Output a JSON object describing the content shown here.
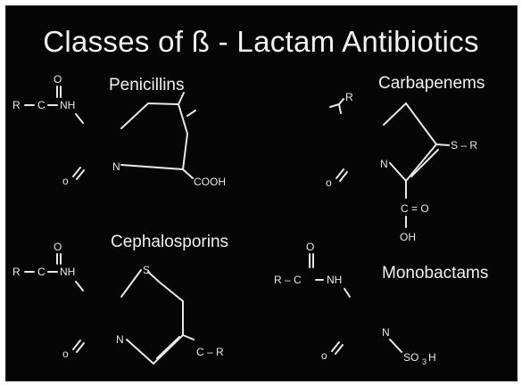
{
  "title": "Classes of ß - Lactam Antibiotics",
  "classes": {
    "penicillins": "Penicillins",
    "carbapenems": "Carbapenems",
    "cephalosporins": "Cephalosporins",
    "monobactams": "Monobactams"
  },
  "atoms": {
    "o": "O",
    "o_lower": "o",
    "r": "R",
    "c": "C",
    "nh": "NH",
    "n": "N",
    "s": "S",
    "cooh": "COOH",
    "oh": "OH",
    "so": "SO",
    "three": "3",
    "h": "H",
    "s_r": "S – R",
    "c_r": "C – R",
    "r_c": "R – C",
    "c_eq_o": "C = O"
  }
}
